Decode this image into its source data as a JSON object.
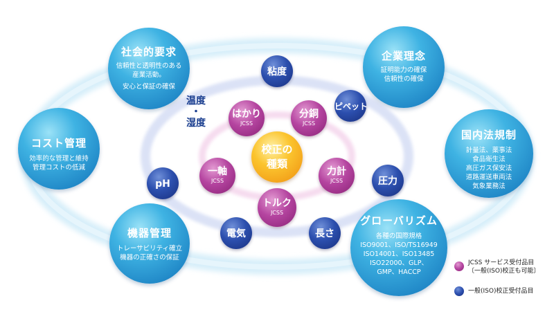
{
  "center": {
    "line1": "校正の",
    "line2": "種類"
  },
  "categories": {
    "social": {
      "title": "社会的要求",
      "lines": [
        "信頼性と透明性のある",
        "産業活動。",
        "安心と保証の確保"
      ]
    },
    "corporate": {
      "title": "企業理念",
      "lines": [
        "証明能力の確保",
        "信頼性の確保"
      ]
    },
    "cost": {
      "title": "コスト管理",
      "lines": [
        "効率的な管理と維持",
        "管理コストの低減"
      ]
    },
    "domestic": {
      "title": "国内法規制",
      "lines": [
        "計量法、薬事法",
        "食品衛生法",
        "高圧ガス保安法",
        "道路運送車両法",
        "気象業務法"
      ]
    },
    "equipment": {
      "title": "機器管理",
      "lines": [
        "トレーサビリティ確立",
        "機器の正確さの保証"
      ]
    },
    "global": {
      "title": "グローバリズム",
      "lines": [
        "各種の国際規格",
        "ISO9001、ISO/TS16949",
        "ISO14001、ISO13485",
        "ISO22000、GLP、",
        "GMP、HACCP"
      ]
    }
  },
  "jcss_items": [
    {
      "label": "はかり",
      "sub": "JCSS"
    },
    {
      "label": "分銅",
      "sub": "JCSS"
    },
    {
      "label": "一軸",
      "sub": "JCSS"
    },
    {
      "label": "力計",
      "sub": "JCSS"
    },
    {
      "label": "トルク",
      "sub": "JCSS"
    }
  ],
  "general_items": {
    "viscosity": "粘度",
    "pipette": "ピペット",
    "temp_line1": "温度",
    "temp_dot": "・",
    "temp_line2": "湿度",
    "ph": "pH",
    "pressure": "圧力",
    "electric": "電気",
    "length": "長さ"
  },
  "legend": {
    "jcss_line1": "JCSS サービス受付品目",
    "jcss_line2": "〔一般(ISO)校正も可能〕",
    "general": "一般(ISO)校正受付品目"
  },
  "colors": {
    "jcss": "#b545a0",
    "general": "#2c4fae",
    "category": "#1f86c6",
    "center": "#fbc42e"
  }
}
